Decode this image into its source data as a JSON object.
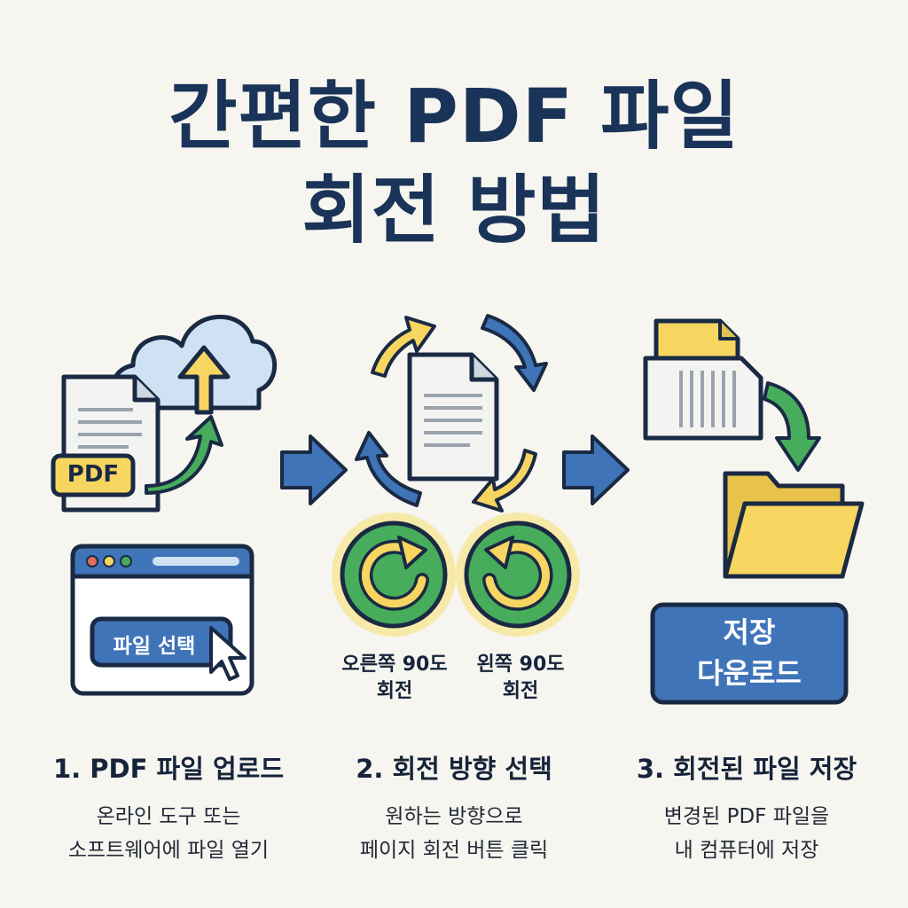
{
  "title": {
    "line1": "간편한 PDF 파일",
    "line2": "회전 방법"
  },
  "upload": {
    "pdf_badge": "PDF",
    "select_button": "파일 선택"
  },
  "rotate": {
    "right_label_1": "오른쪽 90도",
    "right_label_2": "회전",
    "left_label_1": "왼쪽 90도",
    "left_label_2": "회전"
  },
  "save": {
    "button_line1": "저장",
    "button_line2": "다운로드"
  },
  "steps": [
    {
      "title": "1. PDF 파일 업로드",
      "desc1": "온라인 도구 또는",
      "desc2": "소프트웨어에 파일 열기"
    },
    {
      "title": "2. 회전 방향 선택",
      "desc1": "원하는 방향으로",
      "desc2": "페이지 회전 버튼 클릭"
    },
    {
      "title": "3. 회전된 파일 저장",
      "desc1": "변경된 PDF 파일을",
      "desc2": "내 컴퓨터에 저장"
    }
  ],
  "colors": {
    "navy": "#1a3358",
    "blue": "#3f74b8",
    "green": "#47ad5c",
    "yellow": "#f6d560",
    "cloud": "#cfe2f3"
  },
  "icons": [
    "cloud-upload-icon",
    "document-icon",
    "browser-window-icon",
    "cursor-icon",
    "rotate-arrows-icon",
    "rotate-right-icon",
    "rotate-left-icon",
    "folder-icon",
    "flow-arrow-icon"
  ]
}
